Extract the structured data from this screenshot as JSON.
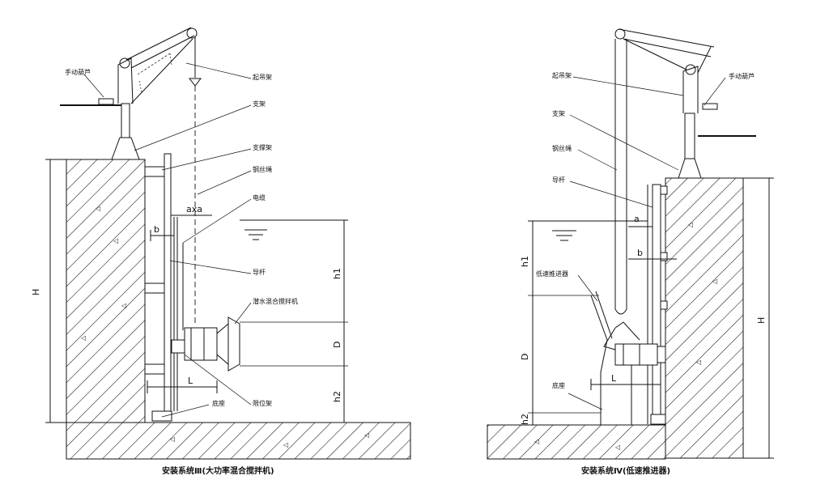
{
  "figure_left": {
    "caption": "安装系统Ⅲ(大功率混合搅拌机)",
    "labels": {
      "hoist": "手动葫芦",
      "crane": "起吊架",
      "bracket": "支架",
      "support": "支撑架",
      "cable": "钢丝绳",
      "power_cable": "电缆",
      "guide_rod": "导杆",
      "mixer": "潜水混合搅拌机",
      "guide_frame": "限位架",
      "base": "底座"
    },
    "dims": {
      "H": "H",
      "h1": "h1",
      "h2": "h2",
      "D": "D",
      "L": "L",
      "b": "b",
      "axa": "axa"
    }
  },
  "figure_right": {
    "caption": "安装系统Ⅳ(低速推进器)",
    "labels": {
      "crane": "起吊架",
      "hoist": "手动葫芦",
      "bracket": "支架",
      "cable": "钢丝绳",
      "guide_rod": "导杆",
      "propeller": "低速推进器",
      "base": "底座"
    },
    "dims": {
      "H": "H",
      "h1": "h1",
      "h2": "h2",
      "D": "D",
      "L": "L",
      "a": "a",
      "b": "b"
    }
  }
}
